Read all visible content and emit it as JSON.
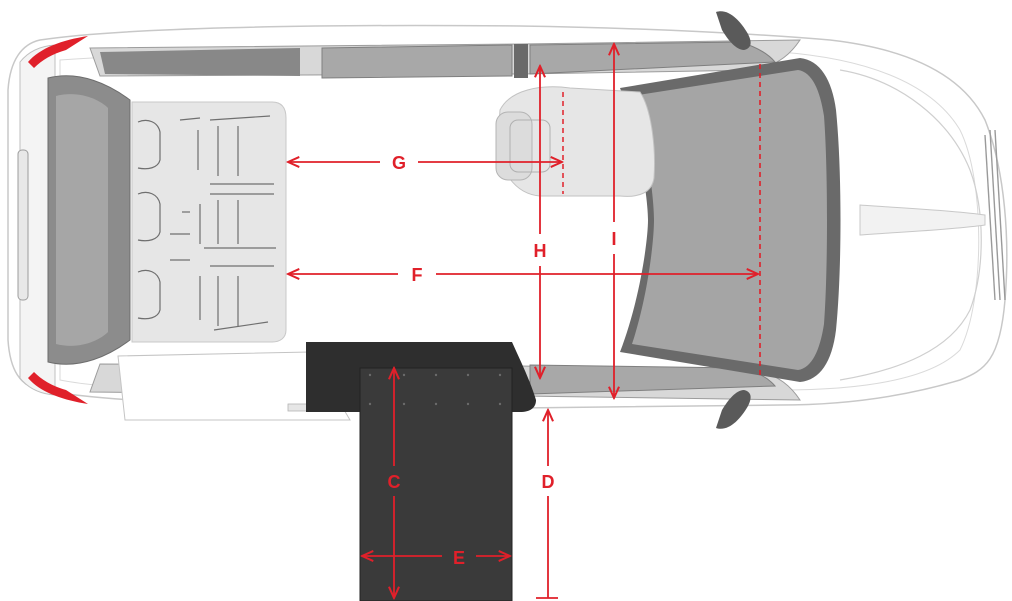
{
  "diagram": {
    "dimensions": [
      {
        "key": "C",
        "label": "C"
      },
      {
        "key": "D",
        "label": "D"
      },
      {
        "key": "E",
        "label": "E"
      },
      {
        "key": "F",
        "label": "F"
      },
      {
        "key": "G",
        "label": "G"
      },
      {
        "key": "H",
        "label": "H"
      },
      {
        "key": "I",
        "label": "I"
      }
    ],
    "colors": {
      "accent": "#e0202a",
      "ramp": "#3a3a3a",
      "glass": "#9a9a9a",
      "body_outline": "#c8c8c8",
      "seats": "#e4e4e4"
    }
  }
}
